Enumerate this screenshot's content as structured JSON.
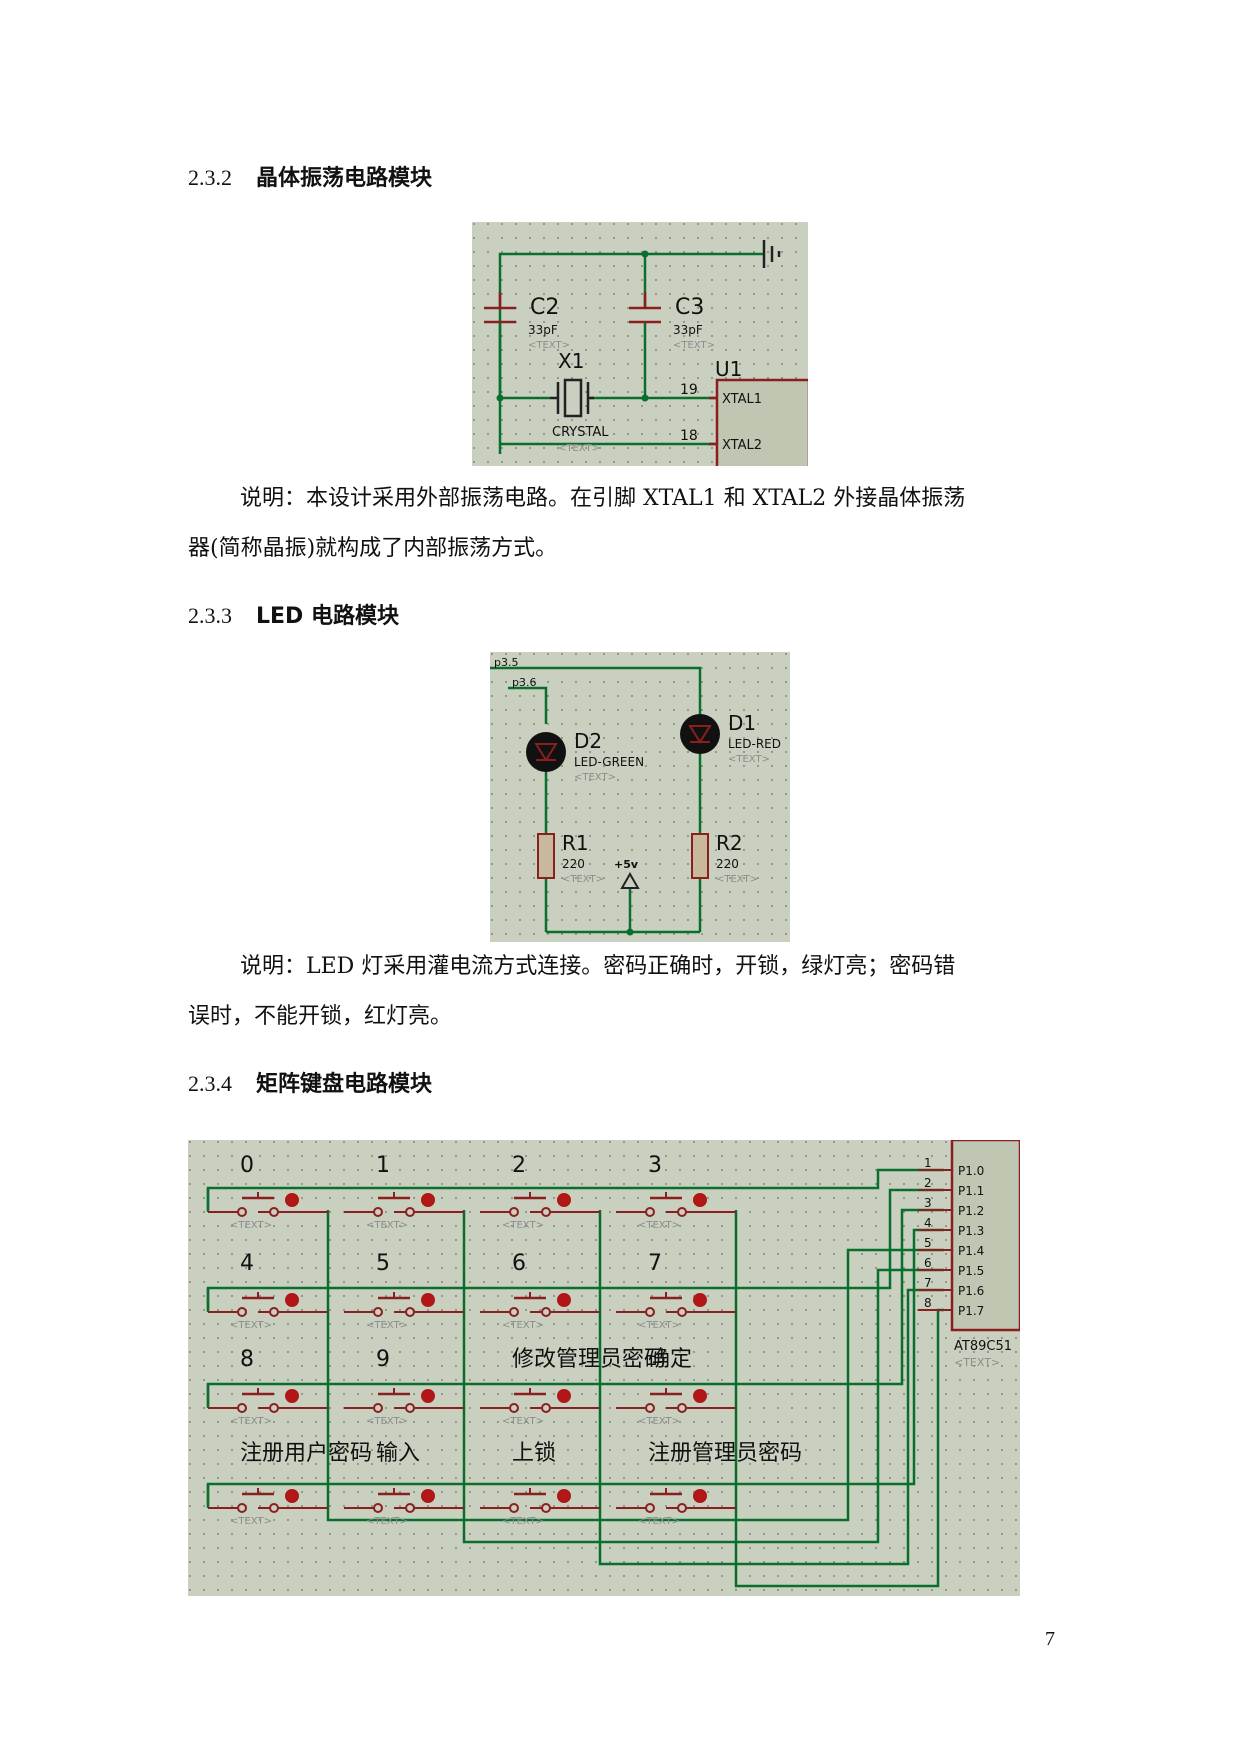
{
  "sections": {
    "s232": {
      "number": "2.3.2",
      "title": "晶体振荡电路模块"
    },
    "s233": {
      "number": "2.3.3",
      "title": "LED 电路模块"
    },
    "s234": {
      "number": "2.3.4",
      "title": "矩阵键盘电路模块"
    }
  },
  "paragraphs": {
    "p1_line1": "说明：本设计采用外部振荡电路。在引脚 XTAL1 和 XTAL2 外接晶体振荡",
    "p1_line2": "器(简称晶振)就构成了内部振荡方式。",
    "p2_line1": "说明：LED 灯采用灌电流方式连接。密码正确时，开锁，绿灯亮；密码错",
    "p2_line2": "误时，不能开锁，红灯亮。"
  },
  "fig_crystal": {
    "c2_name": "C2",
    "c2_value": "33pF",
    "c2_text": "<TEXT>",
    "c3_name": "C3",
    "c3_value": "33pF",
    "c3_text": "<TEXT>",
    "x1_name": "X1",
    "x1_value": "CRYSTAL",
    "x1_text": "<TEXT>",
    "u1_name": "U1",
    "pin19": "19",
    "pin18": "18",
    "xtal1": "XTAL1",
    "xtal2": "XTAL2"
  },
  "fig_led": {
    "p35": "p3.5",
    "p36": "p3.6",
    "d2_name": "D2",
    "d2_value": "LED-GREEN",
    "d2_text": "<TEXT>",
    "d1_name": "D1",
    "d1_value": "LED-RED",
    "d1_text": "<TEXT>",
    "r1_name": "R1",
    "r1_value": "220",
    "r1_text": "<TEXT>",
    "r2_name": "R2",
    "r2_value": "220",
    "r2_text": "<TEXT>",
    "vcc": "+5v"
  },
  "fig_keypad": {
    "key_labels": [
      "0",
      "1",
      "2",
      "3",
      "4",
      "5",
      "6",
      "7",
      "8",
      "9",
      "修改管理员密码",
      "确定",
      "注册用户密码",
      "输入",
      "上锁",
      "注册管理员密码"
    ],
    "text_tag": "<TEXT>",
    "pin_numbers": [
      "1",
      "2",
      "3",
      "4",
      "5",
      "6",
      "7",
      "8"
    ],
    "pin_names": [
      "P1.0",
      "P1.1",
      "P1.2",
      "P1.3",
      "P1.4",
      "P1.5",
      "P1.6",
      "P1.7"
    ],
    "chip_name": "AT89C51",
    "chip_text": "<TEXT>"
  },
  "page_number": "7"
}
